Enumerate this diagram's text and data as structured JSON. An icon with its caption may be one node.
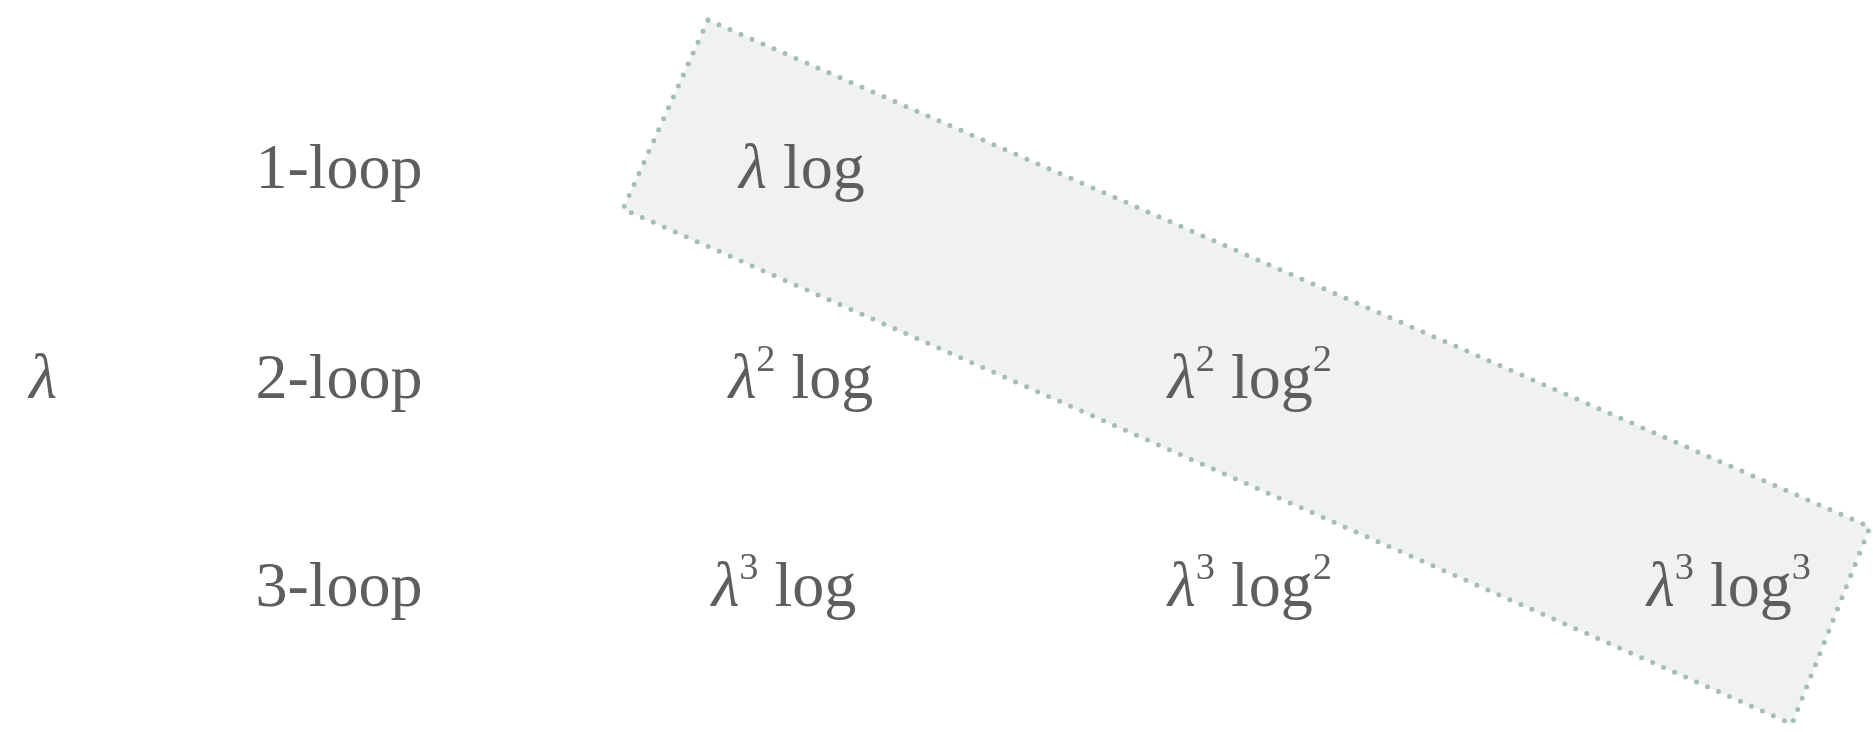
{
  "diagram": {
    "nodes": [
      {
        "text": [
          "*λ* log",
          "*λ*$^{2}$ log$^{2}$",
          "*λ*$^{3}$ log$^{3}$"
        ]
      }
    ],
    "labels": [
      "1-loop",
      "*λ*",
      "2-loop",
      "*λ*$^{2}$ log",
      "3-loop",
      "*λ*$^{3}$ log",
      "*λ*$^{3}$ log$^{2}$"
    ]
  }
}
